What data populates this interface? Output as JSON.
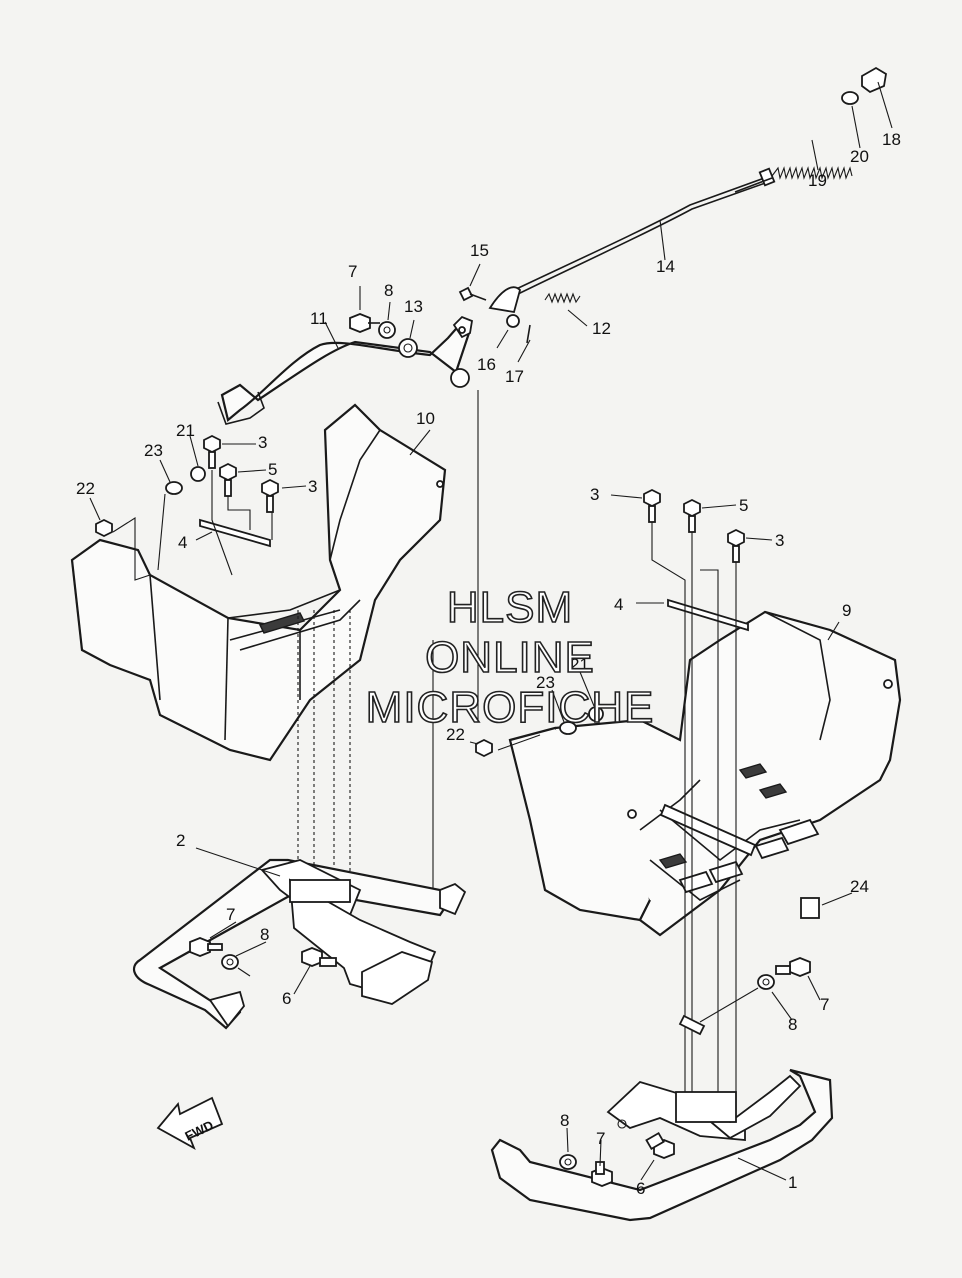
{
  "watermark": {
    "line1": "HLSM",
    "line2": "ONLINE",
    "line3": "MICROFICHE"
  },
  "direction_label": "FWD",
  "callouts": [
    "1",
    "2",
    "3",
    "4",
    "5",
    "6",
    "7",
    "8",
    "9",
    "10",
    "11",
    "12",
    "13",
    "14",
    "15",
    "16",
    "17",
    "18",
    "19",
    "20",
    "21",
    "22",
    "23",
    "24"
  ],
  "icons": [
    "fwd-arrow-icon"
  ]
}
